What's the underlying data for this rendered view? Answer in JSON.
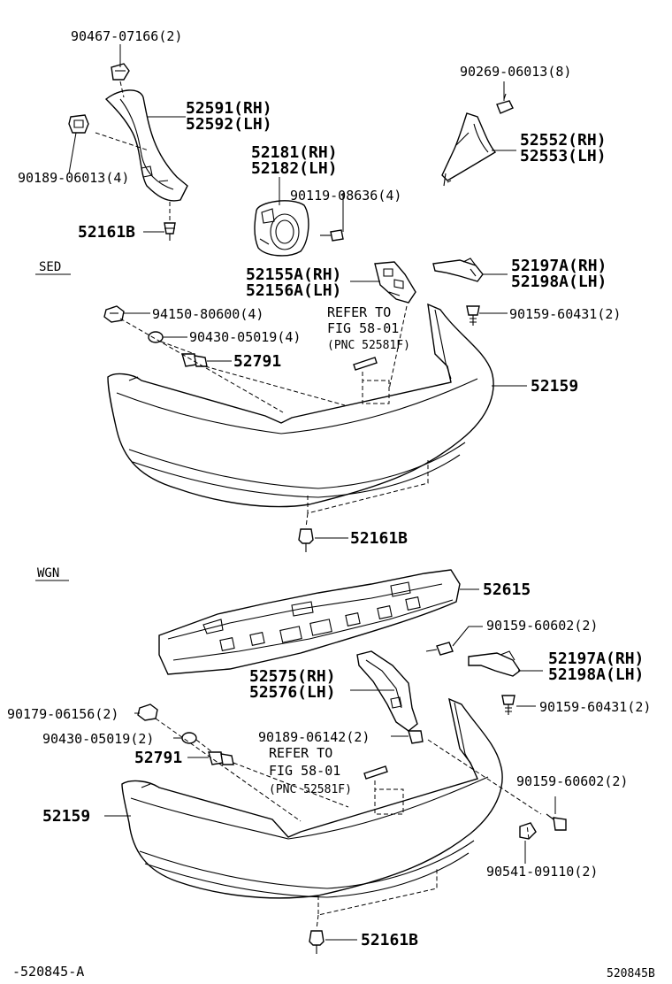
{
  "sections": {
    "sedan": "SED",
    "wagon": "WGN"
  },
  "refer": {
    "sed": {
      "line1": "REFER TO",
      "line2": "FIG 58-01",
      "line3": "(PNC 52581F)"
    },
    "wgn": {
      "line1": "REFER TO",
      "line2": "FIG 58-01",
      "line3": "(PNC 52581F)"
    }
  },
  "labels": {
    "p90467": "90467-07166(2)",
    "p90269": "90269-06013(8)",
    "p52591": "52591(RH)",
    "p52592": "52592(LH)",
    "p52552": "52552(RH)",
    "p52553": "52553(LH)",
    "p52181": "52181(RH)",
    "p52182": "52182(LH)",
    "p90189a": "90189-06013(4)",
    "p90119": "90119-08636(4)",
    "p52161a": "52161B",
    "p52155": "52155A(RH)",
    "p52156": "52156A(LH)",
    "p52197a": "52197A(RH)",
    "p52198a": "52198A(LH)",
    "p94150": "94150-80600(4)",
    "p90159a": "90159-60431(2)",
    "p90430a": "90430-05019(4)",
    "p52791a": "52791",
    "p52159a": "52159",
    "p52161b": "52161B",
    "p52615": "52615",
    "p90159b": "90159-60602(2)",
    "p52575": "52575(RH)",
    "p52576": "52576(LH)",
    "p52197b": "52197A(RH)",
    "p52198b": "52198A(LH)",
    "p90179": "90179-06156(2)",
    "p90159c": "90159-60431(2)",
    "p90430b": "90430-05019(2)",
    "p90189b": "90189-06142(2)",
    "p52791b": "52791",
    "p90159d": "90159-60602(2)",
    "p52159b": "52159",
    "p90541": "90541-09110(2)",
    "p52161c": "52161B"
  },
  "footer": {
    "left": "-520845-A",
    "right": "520845B"
  }
}
